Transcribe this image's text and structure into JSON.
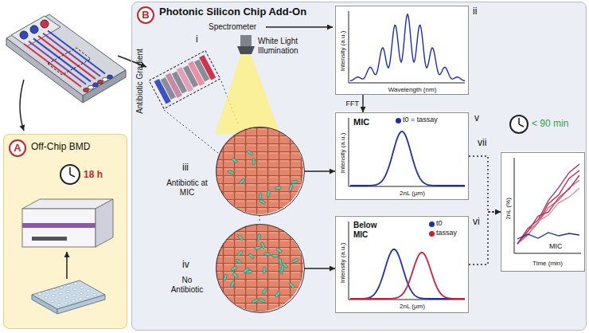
{
  "diagram": {
    "nodes": [
      {
        "text": [
          "Off-Chip BMD",
          "18 h"
        ]
      },
      {
        "text": [
          "A"
        ],
        "in": 0
      },
      {
        "text": [
          "Photonic Silicon Chip Add-On"
        ]
      },
      {
        "text": [
          "B"
        ],
        "in": 2
      },
      {
        "text": [
          "Intensity (a.u.)",
          "Wavelength (nm)"
        ],
        "in": 2
      },
      {
        "text": [
          "Antibiotic at MIC"
        ],
        "in": 2
      },
      {
        "text": [
          "MIC",
          "Intensity (a.u.)",
          "2nL (μm)"
        ],
        "in": 2
      },
      {
        "text": [
          "No Antibiotic"
        ],
        "in": 2
      },
      {
        "text": [
          "Below MIC",
          "Intensity (a.u.)",
          "2nL (μm)"
        ],
        "in": 2
      },
      {
        "text": [
          "MIC",
          "2nL (%)",
          "Time (min)"
        ],
        "in": 2
      }
    ],
    "edges": [
      {
        "from": 4,
        "to": 6,
        "label": "FFT",
        "arrow": "to"
      },
      {
        "from": 5,
        "to": 6,
        "arrow": "to"
      },
      {
        "from": 7,
        "to": 8,
        "arrow": "to"
      },
      {
        "from": 6,
        "to": 9,
        "arrow": "to"
      },
      {
        "from": 8,
        "to": 9,
        "arrow": "to"
      }
    ],
    "labels": [
      "i",
      "Antibiotic Gradient",
      "Spectrometer",
      "White Light Illumination",
      "ii",
      "iii",
      "iv",
      "v",
      "vi",
      "vii",
      "< 90 min"
    ],
    "legend": [
      {
        "text": "t0 = tassay",
        "color": "#1f2f9e"
      },
      {
        "text": "t0",
        "color": "#1f2f9e"
      },
      {
        "text": "tassay",
        "color": "#c8203f"
      }
    ]
  }
}
